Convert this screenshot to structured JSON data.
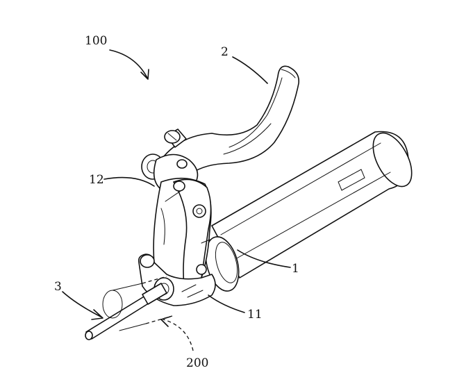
{
  "labels": {
    "assembly": "100",
    "lever": "2",
    "pivot": "12",
    "body": "1",
    "clamp": "11",
    "cable": "3",
    "handlebar": "200"
  }
}
